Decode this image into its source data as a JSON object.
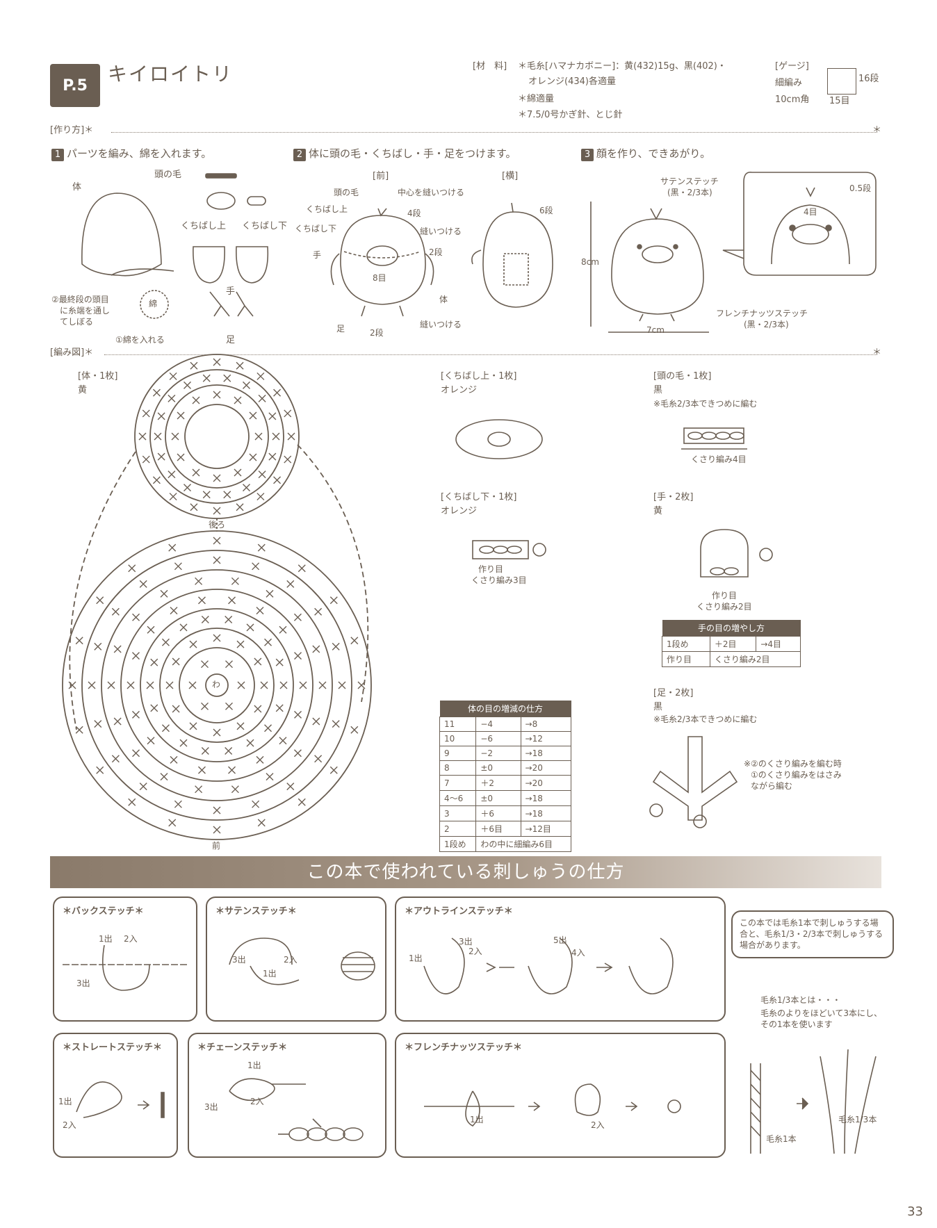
{
  "header": {
    "page_label": "P.5",
    "title": "キイロイトリ",
    "materials_label": "[材　料]",
    "materials_line1": "＊毛糸[ハマナカボニー]：黄(432)15g、黒(402)・",
    "materials_line2": "オレンジ(434)各適量",
    "materials_line3": "＊綿適量",
    "materials_line4": "＊7.5/0号かぎ針、とじ針",
    "gauge_label": "[ゲージ]",
    "gauge_line1": "細編み",
    "gauge_line2": "10cm角",
    "gauge_rows": "16段",
    "gauge_stitches": "15目"
  },
  "howto": {
    "section_label": "[作り方]＊",
    "step1_num": "1",
    "step1": "パーツを編み、綿を入れます。",
    "step2_num": "2",
    "step2": "体に頭の毛・くちばし・手・足をつけます。",
    "step3_num": "3",
    "step3": "顔を作り、できあがり。",
    "s1_labels": {
      "body": "体",
      "hair": "頭の毛",
      "beak_top": "くちばし上",
      "beak_bottom": "くちばし下",
      "hand": "手",
      "foot": "足",
      "cotton": "綿",
      "note2a": "②最終段の頭目",
      "note2b": "に糸端を通し",
      "note2c": "てしぼる",
      "note1": "①綿を入れる"
    },
    "s2_labels": {
      "front": "[前]",
      "side": "[横]",
      "hair": "頭の毛",
      "sew_center": "中心を縫いつける",
      "beak_top": "くちばし上",
      "row4": "4段",
      "beak_bottom": "くちばし下",
      "sew": "縫いつける",
      "row2": "2段",
      "hand": "手",
      "st8": "8目",
      "body": "体",
      "foot": "足",
      "row2b": "2段",
      "sew2": "縫いつける",
      "row6": "6段"
    },
    "s3_labels": {
      "satin": "サテンステッチ",
      "satin_sub": "(黒・2/3本)",
      "height": "8cm",
      "width": "7cm",
      "french": "フレンチナッツステッチ",
      "french_sub": "(黒・2/3本)",
      "row05": "0.5段",
      "st4": "4目"
    }
  },
  "chart": {
    "section_label": "[編み図]＊",
    "body_title": "[体・1枚]",
    "body_color": "黄",
    "back": "後ろ",
    "front": "前",
    "center": "わ",
    "beak_top_title": "[くちばし上・1枚]",
    "beak_top_color": "オレンジ",
    "beak_bottom_title": "[くちばし下・1枚]",
    "beak_bottom_color": "オレンジ",
    "beak_bottom_cast": "作り目",
    "beak_bottom_chain": "くさり編み3目",
    "hair_title": "[頭の毛・1枚]",
    "hair_color": "黒",
    "hair_note": "※毛糸2/3本できつめに編む",
    "hair_chain": "くさり編み4目",
    "hand_title": "[手・2枚]",
    "hand_color": "黄",
    "hand_cast": "作り目",
    "hand_chain": "くさり編み2目",
    "foot_title": "[足・2枚]",
    "foot_color": "黒",
    "foot_note": "※毛糸2/3本できつめに編む",
    "foot_note2a": "※②のくさり編みを編む時",
    "foot_note2b": "①のくさり編みをはさみ",
    "foot_note2c": "ながら編む",
    "hand_table": {
      "title": "手の目の増やし方",
      "rows": [
        [
          "1段め",
          "＋2目",
          "→4目"
        ],
        [
          "作り目",
          "くさり編み2目",
          ""
        ]
      ]
    },
    "body_table": {
      "title": "体の目の増減の仕方",
      "rows": [
        [
          "11",
          "−4",
          "→8"
        ],
        [
          "10",
          "−6",
          "→12"
        ],
        [
          "9",
          "−2",
          "→18"
        ],
        [
          "8",
          "±0",
          "→20"
        ],
        [
          "7",
          "＋2",
          "→20"
        ],
        [
          "4〜6",
          "±0",
          "→18"
        ],
        [
          "3",
          "＋6",
          "→18"
        ],
        [
          "2",
          "＋6目",
          "→12目"
        ],
        [
          "1段め",
          "わの中に細編み6目",
          ""
        ]
      ]
    }
  },
  "embroidery": {
    "banner": "この本で使われている刺しゅうの仕方",
    "back_stitch": "＊バックステッチ＊",
    "satin_stitch": "＊サテンステッチ＊",
    "outline_stitch": "＊アウトラインステッチ＊",
    "straight_stitch": "＊ストレートステッチ＊",
    "chain_stitch": "＊チェーンステッチ＊",
    "french_stitch": "＊フレンチナッツステッチ＊",
    "out1": "1出",
    "in2": "2入",
    "out3": "3出",
    "in4": "4入",
    "out5": "5出",
    "note_bubble": "この本では毛糸1本で刺しゅうする場合と、毛糸1/3・2/3本で刺しゅうする場合があります。",
    "third_title": "毛糸1/3本とは・・・",
    "third_body": "毛糸のよりをほどいて3本にし、その1本を使います",
    "yarn1": "毛糸1本",
    "yarn13": "毛糸1/3本"
  },
  "page_number": "33"
}
